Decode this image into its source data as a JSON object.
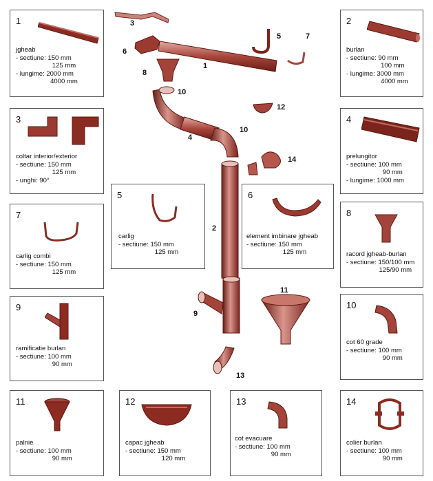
{
  "cards": [
    {
      "num": "1",
      "text": "jgheab\n- sectiune: 150 mm\n                    125 mm\n- lungime: 2000 mm\n                   4000 mm",
      "icon": "gutter-icon"
    },
    {
      "num": "2",
      "text": "burlan\n- sectiune: 90 mm\n                   100 mm\n- lungime: 3000 mm\n                   4000 mm",
      "icon": "downpipe-icon"
    },
    {
      "num": "3",
      "text": "coltar interior/exterior\n- sectiune: 150 mm\n                    125 mm\n- unghi: 90°",
      "icon": "gutter-corner-icon"
    },
    {
      "num": "4",
      "text": "prelungitor\n- sectiune: 100 mm\n                    90 mm\n- lungime: 1000 mm",
      "icon": "extension-pipe-icon"
    },
    {
      "num": "5",
      "text": "carlig\n- sectiune: 150 mm\n                    125 mm",
      "icon": "hook-icon"
    },
    {
      "num": "6",
      "text": "element imbinare jgheab\n- sectiune: 150 mm\n                    125 mm",
      "icon": "gutter-joint-icon"
    },
    {
      "num": "7",
      "text": "carlig combi\n- sectiune: 150 mm\n                    125 mm",
      "icon": "combi-hook-icon"
    },
    {
      "num": "8",
      "text": "racord jgheab-burlan\n- sectiune: 150/100 mm\n                  125/90 mm",
      "icon": "gutter-outlet-icon"
    },
    {
      "num": "9",
      "text": "ramificatie burlan\n- sectiune: 100 mm\n                    90 mm",
      "icon": "branch-pipe-icon"
    },
    {
      "num": "10",
      "text": "cot 60 grade\n- sectiune: 100 mm\n                    90 mm",
      "icon": "elbow-icon"
    },
    {
      "num": "11",
      "text": "palnie\n- sectiune: 100 mm\n                    90 mm",
      "icon": "funnel-icon"
    },
    {
      "num": "12",
      "text": "capac jgheab\n- sectiune: 150 mm\n                    120 mm",
      "icon": "gutter-cap-icon"
    },
    {
      "num": "13",
      "text": "cot evacuare\n- sectiune: 100 mm\n                    90 mm",
      "icon": "outlet-elbow-icon"
    },
    {
      "num": "14",
      "text": "colier burlan\n- sectiune: 100 mm\n                    90 mm",
      "icon": "pipe-bracket-icon"
    }
  ],
  "diagram_labels": [
    "3",
    "6",
    "1",
    "5",
    "7",
    "8",
    "10",
    "12",
    "4",
    "10",
    "14",
    "2",
    "11",
    "9",
    "13"
  ],
  "colors": {
    "metal": "#8b2b22",
    "metal_light": "#c46a5f",
    "metal_dark": "#5e1812",
    "border": "#555555"
  }
}
